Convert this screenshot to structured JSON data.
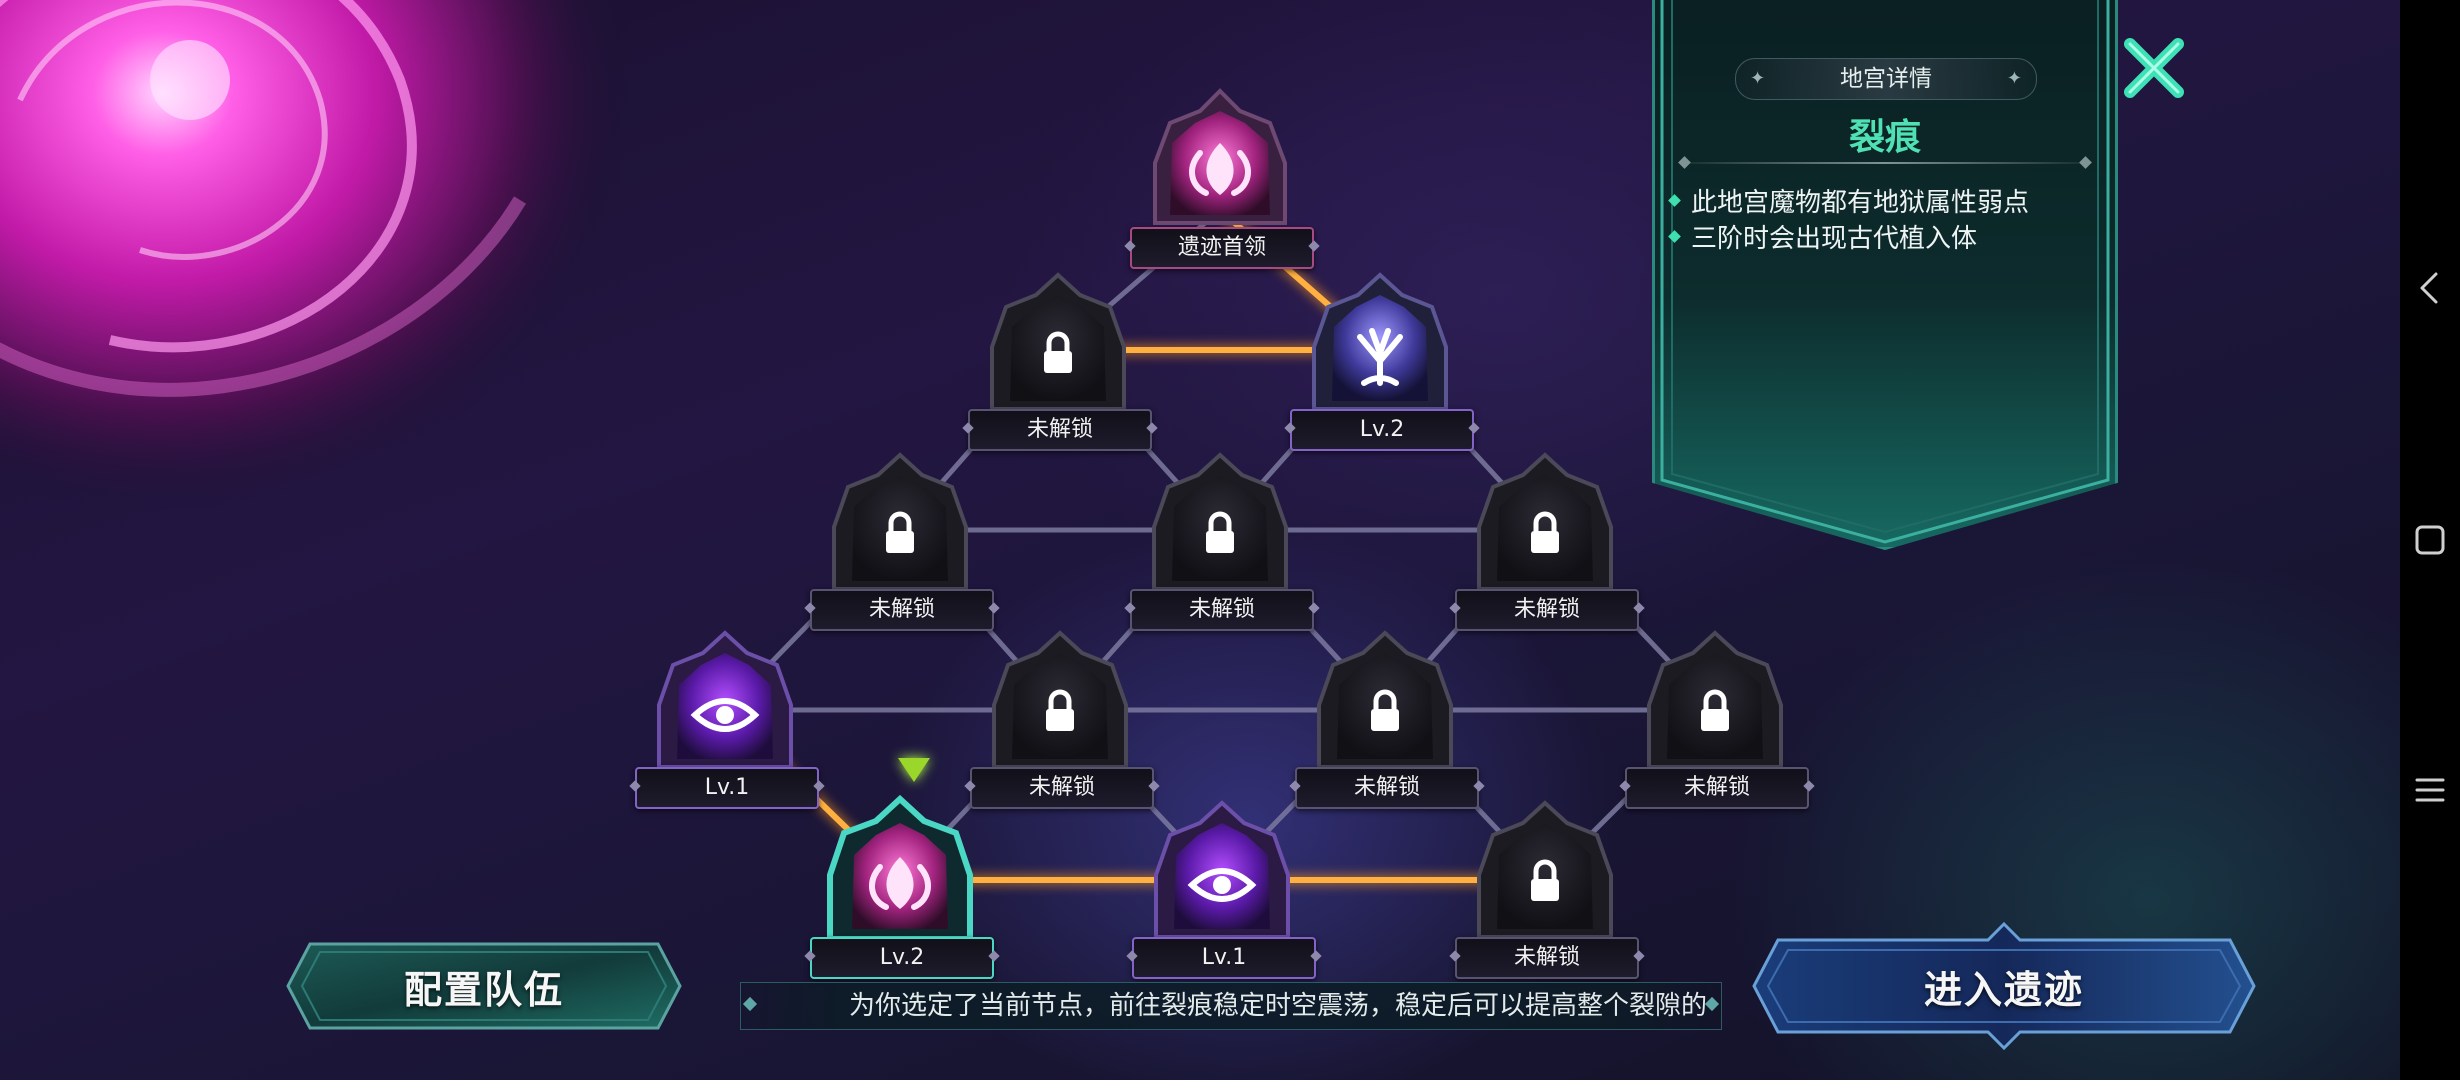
{
  "panel": {
    "header": "地宫详情",
    "dungeon_name": "裂痕",
    "details": [
      "此地宫魔物都有地狱属性弱点",
      "三阶时会出现古代植入体"
    ]
  },
  "nodes": {
    "boss": "遗迹首领",
    "r2_locked": "未解锁",
    "r2_tree": "Lv.2",
    "r3_1": "未解锁",
    "r3_2": "未解锁",
    "r3_3": "未解锁",
    "r4_eye": "Lv.1",
    "r4_2": "未解锁",
    "r4_3": "未解锁",
    "r4_4": "未解锁",
    "r5_selected": "Lv.2",
    "r5_eye": "Lv.1",
    "r5_3": "未解锁"
  },
  "buttons": {
    "team": "配置队伍",
    "enter": "进入遗迹"
  },
  "tip_text": "为你选定了当前节点，前往裂痕稳定时空震荡，稳定后可以提高整个裂隙的",
  "colors": {
    "accent_teal": "#4fe0b3",
    "active_path": "#ffb040",
    "locked_path": "#7c7aa0",
    "purple_node": "#8a3cff",
    "boss_node": "#d94fb0"
  },
  "icons": {
    "close": "close-x-icon",
    "locked": "lock-icon",
    "eye": "eye-icon",
    "tree": "tree-icon",
    "flame": "flame-icon",
    "marker": "current-position-marker-icon",
    "nav_back": "back-icon",
    "nav_home": "home-icon",
    "nav_menu": "menu-icon"
  }
}
